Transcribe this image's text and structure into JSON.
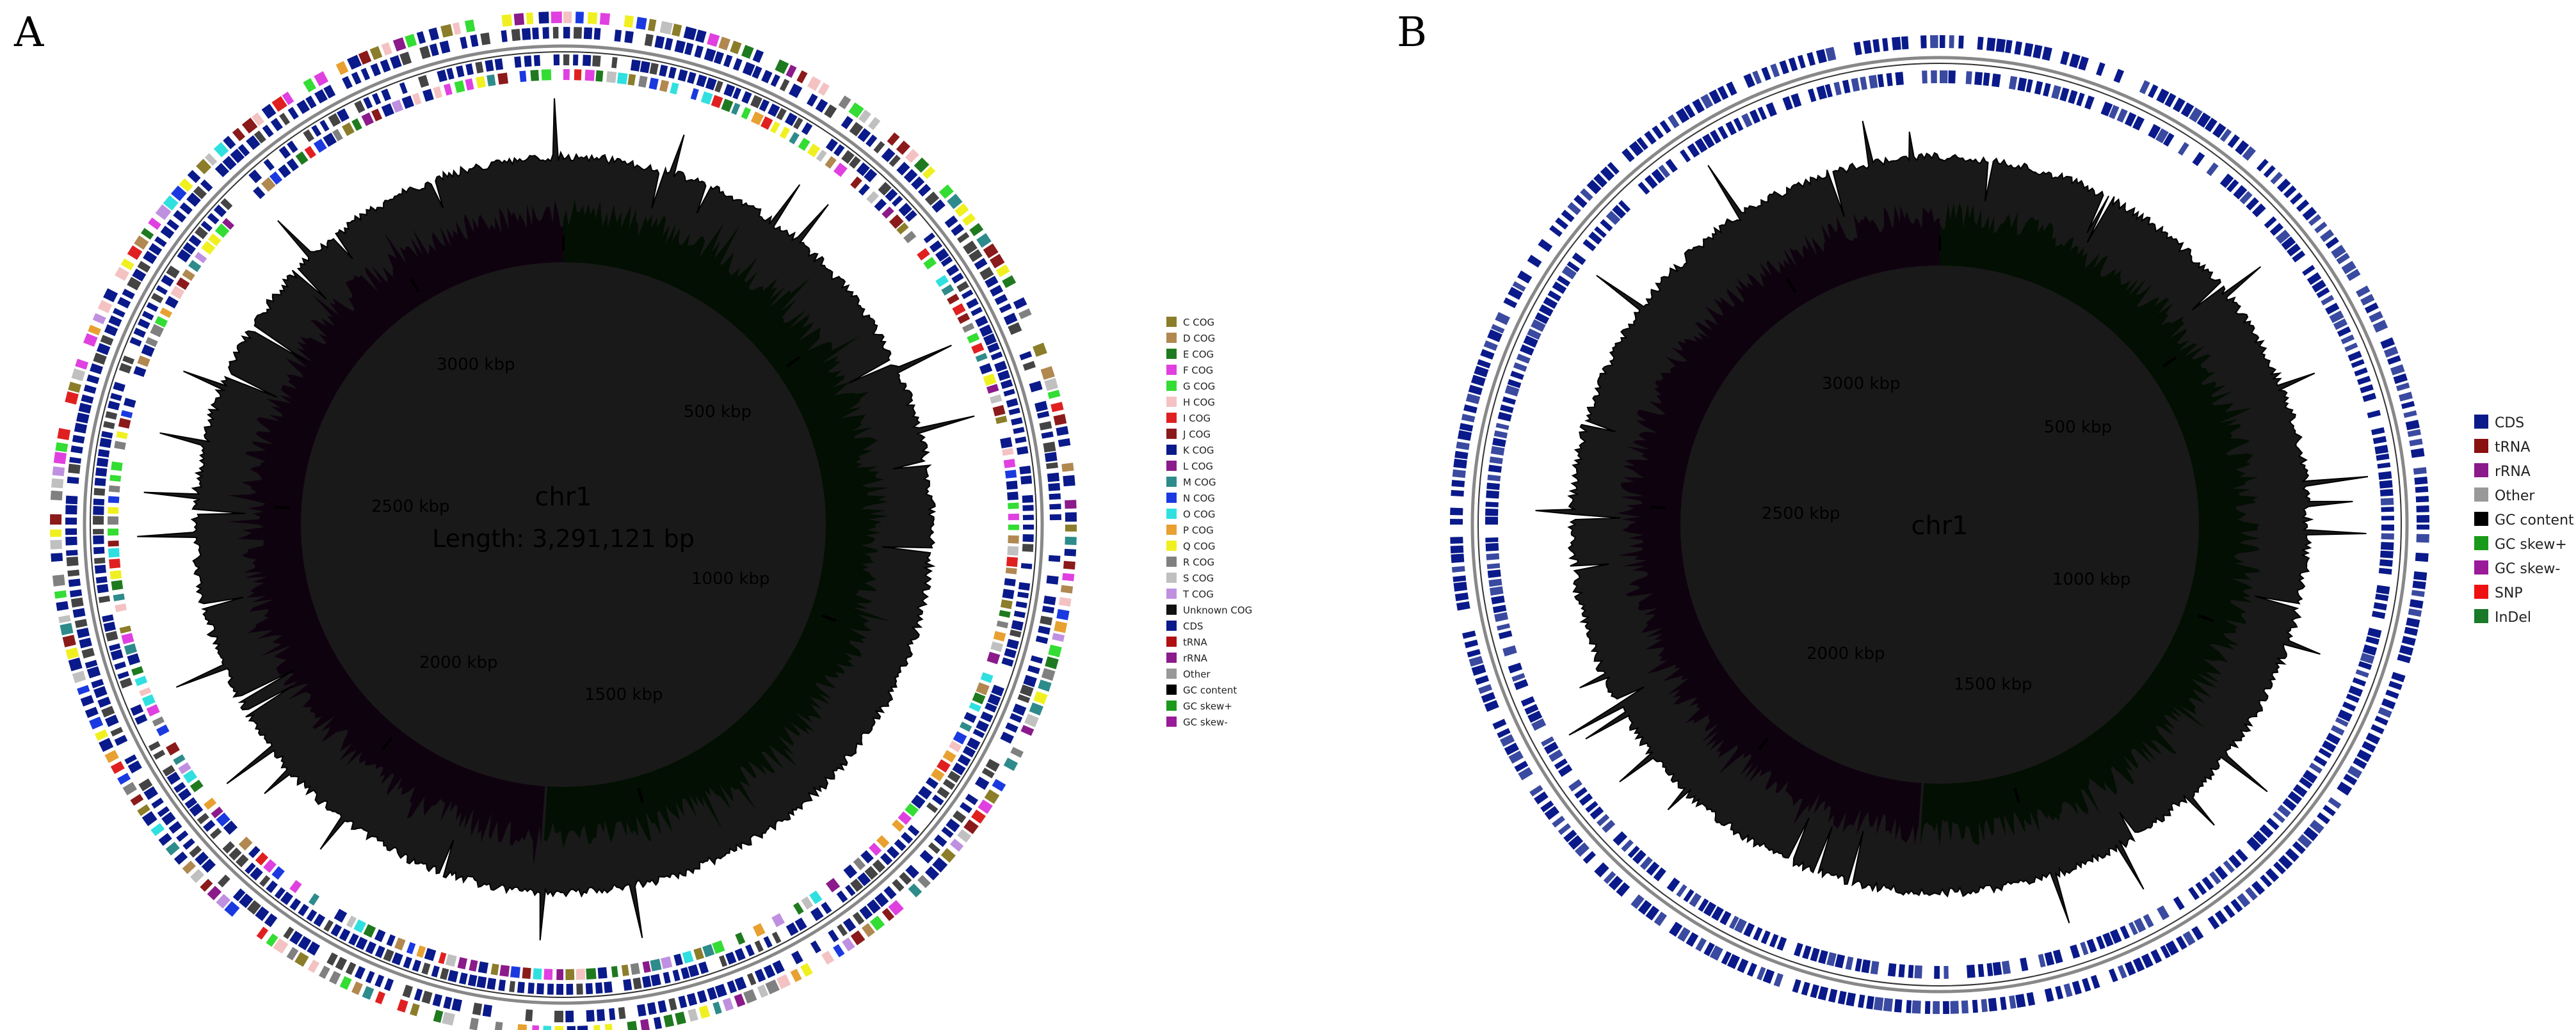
{
  "panel_a": {
    "letter": "A",
    "chrom_name": "chr1",
    "length_label": "Length: 3,291,121 bp",
    "ticks": [
      "500 kbp",
      "1000 kbp",
      "1500 kbp",
      "2000 kbp",
      "2500 kbp",
      "3000 kbp"
    ],
    "legend": [
      {
        "label": "C COG",
        "color": "#8b7d2a"
      },
      {
        "label": "D COG",
        "color": "#b08850"
      },
      {
        "label": "E COG",
        "color": "#1f7a1f"
      },
      {
        "label": "F COG",
        "color": "#e040e0"
      },
      {
        "label": "G COG",
        "color": "#33dd33"
      },
      {
        "label": "H COG",
        "color": "#f4c2c2"
      },
      {
        "label": "I COG",
        "color": "#e02020"
      },
      {
        "label": "J COG",
        "color": "#8b1a1a"
      },
      {
        "label": "K COG",
        "color": "#0a1a8a"
      },
      {
        "label": "L COG",
        "color": "#8b1a8b"
      },
      {
        "label": "M COG",
        "color": "#2e8b8b"
      },
      {
        "label": "N COG",
        "color": "#1a3ae0"
      },
      {
        "label": "O COG",
        "color": "#30e0e0"
      },
      {
        "label": "P COG",
        "color": "#e8a030"
      },
      {
        "label": "Q COG",
        "color": "#f0f020"
      },
      {
        "label": "R COG",
        "color": "#808080"
      },
      {
        "label": "S COG",
        "color": "#c0c0c0"
      },
      {
        "label": "T COG",
        "color": "#c090e0"
      },
      {
        "label": "Unknown COG",
        "color": "#111111"
      },
      {
        "label": "CDS",
        "color": "#0a1a8a"
      },
      {
        "label": "tRNA",
        "color": "#b01010"
      },
      {
        "label": "rRNA",
        "color": "#8b1a8b"
      },
      {
        "label": "Other",
        "color": "#999999"
      },
      {
        "label": "GC content",
        "color": "#000000"
      },
      {
        "label": "GC skew+",
        "color": "#1a9a1a"
      },
      {
        "label": "GC skew-",
        "color": "#9a1a9a"
      }
    ]
  },
  "panel_b": {
    "letter": "B",
    "chrom_name": "chr1",
    "ticks": [
      "500 kbp",
      "1000 kbp",
      "1500 kbp",
      "2000 kbp",
      "2500 kbp",
      "3000 kbp"
    ],
    "legend": [
      {
        "label": "CDS",
        "color": "#0a1a8a"
      },
      {
        "label": "tRNA",
        "color": "#8b1010"
      },
      {
        "label": "rRNA",
        "color": "#8b1a8b"
      },
      {
        "label": "Other",
        "color": "#999999"
      },
      {
        "label": "GC content",
        "color": "#000000"
      },
      {
        "label": "GC skew+",
        "color": "#1a9a1a"
      },
      {
        "label": "GC skew-",
        "color": "#9a1a9a"
      },
      {
        "label": "SNP",
        "color": "#ee1111"
      },
      {
        "label": "InDel",
        "color": "#1a7a2a"
      }
    ]
  },
  "colors": {
    "gc_skew_plus": "#1a9a1a",
    "gc_skew_minus": "#9a1a9a",
    "gc_content": "#000000",
    "cds": "#0a1a8a",
    "backbone": "#888888"
  }
}
